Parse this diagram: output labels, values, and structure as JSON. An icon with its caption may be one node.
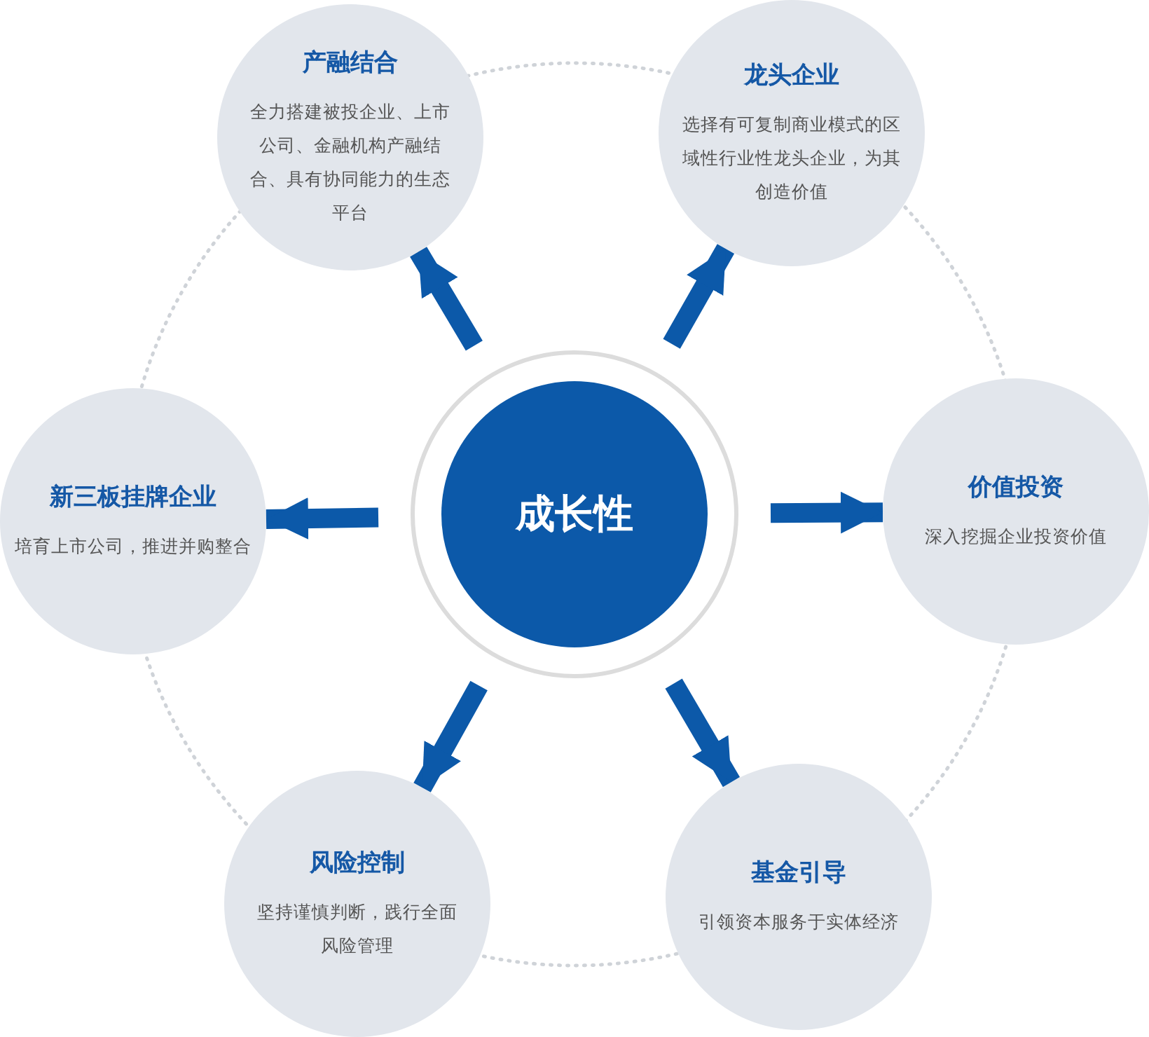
{
  "diagram": {
    "nodes": [
      {
        "text": [
          "成长性"
        ]
      },
      {
        "text": [
          "产融结合",
          "全力搭建被投企业、上市公司、金融机构产融结合、具有协同能力的生态平台"
        ]
      },
      {
        "text": [
          "龙头企业",
          "选择有可复制商业模式的区域性行业性龙头企业，为其创造价值"
        ]
      },
      {
        "text": [
          "新三板挂牌企业",
          "培育上市公司，推进并购整合"
        ]
      },
      {
        "text": [
          "价值投资",
          "深入挖掘企业投资价值"
        ]
      },
      {
        "text": [
          "风险控制",
          "坚持谨慎判断，践行全面风险管理"
        ]
      },
      {
        "text": [
          "基金引导",
          "引领资本服务于实体经济"
        ]
      }
    ],
    "edges": [
      {
        "from": 0,
        "to": 1,
        "arrow": "to"
      },
      {
        "from": 0,
        "to": 2,
        "arrow": "to"
      },
      {
        "from": 0,
        "to": 3,
        "arrow": "to"
      },
      {
        "from": 0,
        "to": 4,
        "arrow": "to"
      },
      {
        "from": 0,
        "to": 5,
        "arrow": "to"
      },
      {
        "from": 0,
        "to": 6,
        "arrow": "to"
      }
    ]
  }
}
